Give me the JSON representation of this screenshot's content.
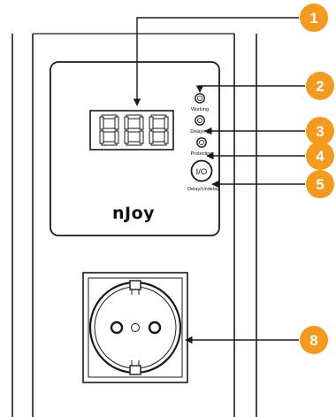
{
  "brand": "nJoy",
  "colors": {
    "callout": "#f39a1f",
    "outline": "#1a1a1a",
    "background": "#ffffff"
  },
  "indicators": {
    "working": "Working",
    "delaying": "Delaying",
    "protecting": "Protecting"
  },
  "button": {
    "label": "I/O",
    "caption": "Delay/Undelay"
  },
  "callouts": [
    "1",
    "2",
    "3",
    "4",
    "5",
    "8"
  ]
}
